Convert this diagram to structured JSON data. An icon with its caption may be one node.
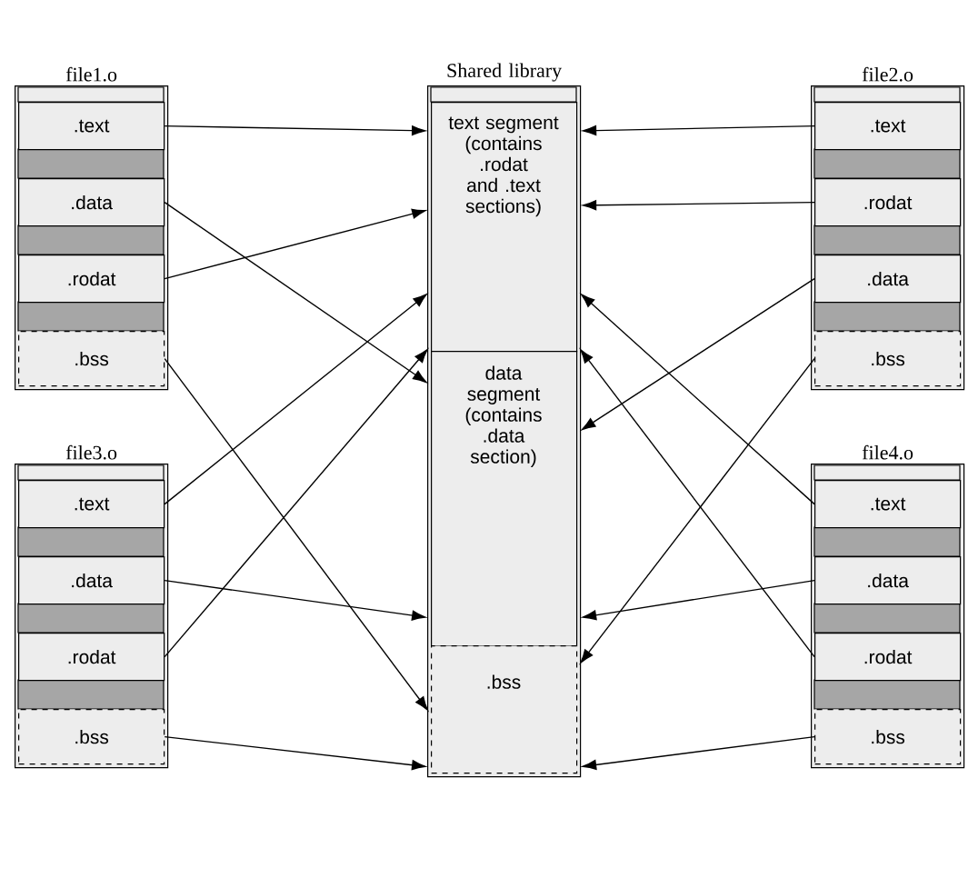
{
  "diagram": {
    "nodes": [
      {
        "text": [
          "file1.o"
        ]
      },
      {
        "text": [
          ".text"
        ],
        "in": 0
      },
      {
        "text": [
          ".data"
        ],
        "in": 0
      },
      {
        "text": [
          ".rodat"
        ],
        "in": 0
      },
      {
        "text": [
          ".bss"
        ],
        "in": 0
      },
      {
        "text": [
          "Shared library"
        ]
      },
      {
        "text": [
          "text segment (contains .rodat and .text sections)"
        ],
        "in": 5
      },
      {
        "text": [
          "data segment (contains .data section)"
        ],
        "in": 5
      },
      {
        "text": [
          ".bss"
        ],
        "in": 5
      },
      {
        "text": [
          "file2.o"
        ]
      },
      {
        "text": [
          ".text"
        ],
        "in": 9
      },
      {
        "text": [
          ".rodat"
        ],
        "in": 9
      },
      {
        "text": [
          ".data"
        ],
        "in": 9
      },
      {
        "text": [
          ".bss"
        ],
        "in": 9
      },
      {
        "text": [
          "file3.o"
        ]
      },
      {
        "text": [
          ".text"
        ],
        "in": 14
      },
      {
        "text": [
          ".data"
        ],
        "in": 14
      },
      {
        "text": [
          ".rodat"
        ],
        "in": 14
      },
      {
        "text": [
          ".bss"
        ],
        "in": 14
      },
      {
        "text": [
          "file4.o"
        ]
      },
      {
        "text": [
          ".text"
        ],
        "in": 19
      },
      {
        "text": [
          ".data"
        ],
        "in": 19
      },
      {
        "text": [
          ".rodat"
        ],
        "in": 19
      },
      {
        "text": [
          ".bss"
        ],
        "in": 19
      }
    ],
    "edges": [
      {
        "from": 1,
        "to": 6,
        "arrow": "to"
      },
      {
        "from": 2,
        "to": 7,
        "arrow": "to"
      },
      {
        "from": 3,
        "to": 6,
        "arrow": "to"
      },
      {
        "from": 4,
        "to": 8,
        "arrow": "to"
      },
      {
        "from": 10,
        "to": 6,
        "arrow": "to"
      },
      {
        "from": 11,
        "to": 6,
        "arrow": "to"
      },
      {
        "from": 12,
        "to": 7,
        "arrow": "to"
      },
      {
        "from": 13,
        "to": 8,
        "arrow": "to"
      },
      {
        "from": 15,
        "to": 6,
        "arrow": "to"
      },
      {
        "from": 16,
        "to": 7,
        "arrow": "to"
      },
      {
        "from": 17,
        "to": 6,
        "arrow": "to"
      },
      {
        "from": 18,
        "to": 8,
        "arrow": "to"
      },
      {
        "from": 20,
        "to": 6,
        "arrow": "to"
      },
      {
        "from": 21,
        "to": 7,
        "arrow": "to"
      },
      {
        "from": 22,
        "to": 6,
        "arrow": "to"
      },
      {
        "from": 23,
        "to": 8,
        "arrow": "to"
      }
    ]
  }
}
